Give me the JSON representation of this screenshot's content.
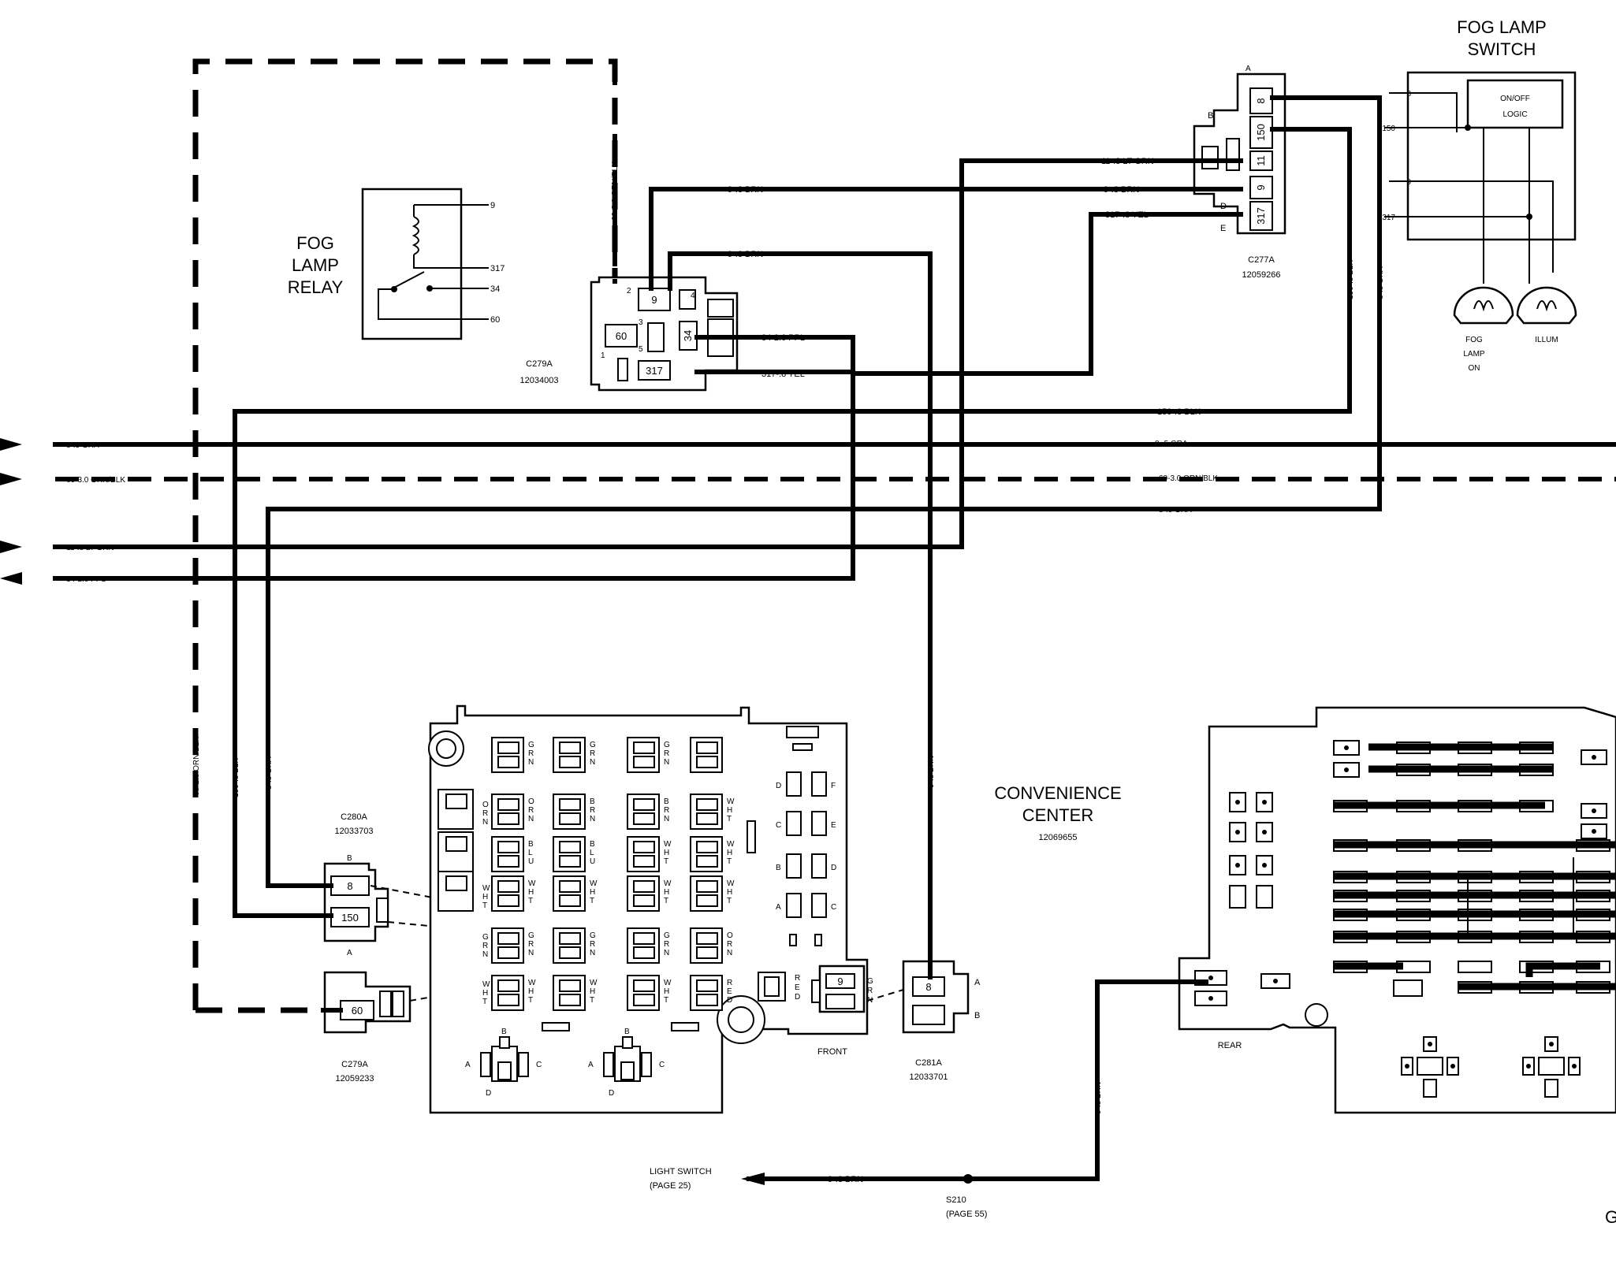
{
  "titles": {
    "fog_lamp_relay": [
      "FOG",
      "LAMP",
      "RELAY"
    ],
    "fog_lamp_switch": [
      "FOG LAMP",
      "SWITCH"
    ],
    "convenience_center": [
      "CONVENIENCE",
      "CENTER"
    ],
    "convenience_center_part": "12069655"
  },
  "relay_pins": [
    "9",
    "317",
    "34",
    "60"
  ],
  "switch": {
    "logic_label": [
      "ON/OFF",
      "LOGIC"
    ],
    "pins": [
      "8",
      "150",
      "9",
      "317"
    ],
    "lamp_label_fog": [
      "FOG",
      "LAMP",
      "ON"
    ],
    "lamp_label_illum": "ILLUM"
  },
  "connectors": {
    "c279a_top": {
      "name": "C279A",
      "part": "12034003",
      "pins": [
        "9",
        "60",
        "34",
        "317"
      ],
      "pin_nums": [
        "2",
        "4",
        "3",
        "5",
        "1"
      ]
    },
    "c277a": {
      "name": "C277A",
      "part": "12059266",
      "pins": [
        "8",
        "150",
        "11",
        "9",
        "317"
      ],
      "letters": [
        "A",
        "B",
        "D",
        "E"
      ]
    },
    "c280a": {
      "name": "C280A",
      "part": "12033703",
      "pins": [
        "8",
        "150"
      ],
      "letters": [
        "B",
        "A"
      ]
    },
    "c279a_bottom": {
      "name": "C279A",
      "part": "12059233",
      "pins": [
        "60"
      ]
    },
    "c281a": {
      "name": "C281A",
      "part": "12033701",
      "pins": [
        "8"
      ],
      "letters": [
        "A",
        "B"
      ]
    }
  },
  "wire_labels": {
    "w60_vertical": "60-2.0 ORN/BLK",
    "w9_top": "9-.8 BRN",
    "w9_mid": "9-.8 BRN",
    "w11_top": "11-.8 LT GRN",
    "w9_c277": "9-.8 BRN",
    "w317_c277": "317-.8 YEL",
    "w34": "34-2.0 PPL",
    "w317": "317-.8 YEL",
    "w150_v": "150-.8 BLK",
    "w8_v": "8-.8 GRA",
    "w150_h": "150-.8 BLK",
    "w8_right": "8-.5 GRA",
    "w60_right": "60-3.0 ORN/BLK",
    "w8_gra_h": "8-.8 GRA",
    "w8_left": "8-.5 GRA",
    "w60_left": "60-3.0 ORN/BLK",
    "w11_left": "11-.8 LT GRN",
    "w34_left": "34-2.0 PPL",
    "w60_left_v": "60-2.0 ORN/BLK",
    "w150_left_v": "150-.8 BLK",
    "w8_left_v": "8-.8 GRA",
    "w9_center_v": "9-.8 BRN",
    "w9_rear_v": "9-.8 BRN",
    "w9_bottom": "9-.8 BRN"
  },
  "labels": {
    "front": "FRONT",
    "rear": "REAR",
    "light_switch": [
      "LIGHT SWITCH",
      "(PAGE 25)"
    ],
    "s210": [
      "S210",
      "(PAGE 55)"
    ],
    "edge_g": "G"
  },
  "fuse_colors": [
    "G R N",
    "O R N",
    "B R N",
    "B L U",
    "W H T",
    "R E D"
  ],
  "fuse_letters": [
    "A",
    "B",
    "C",
    "D"
  ],
  "relay_letters_right": [
    "F",
    "E",
    "D",
    "C"
  ],
  "relay_letters_left": [
    "A",
    "B",
    "C",
    "D"
  ]
}
